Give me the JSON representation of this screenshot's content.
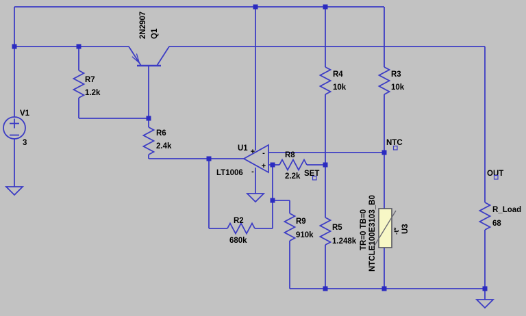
{
  "colors": {
    "background": "#C2C2C2",
    "wire": "#3C3CC4",
    "text": "#000000",
    "thermistor_fill": "#F7F7C6"
  },
  "components": {
    "v1": {
      "name": "V1",
      "value": "3"
    },
    "q1": {
      "name": "Q1",
      "part": "2N2907"
    },
    "u1": {
      "name": "U1",
      "part": "LT1006",
      "inverting_marker": "-",
      "noninverting_marker": "+",
      "vplus_marker": "+",
      "vminus_marker": "-"
    },
    "r7": {
      "name": "R7",
      "value": "1.2k"
    },
    "r6": {
      "name": "R6",
      "value": "2.4k"
    },
    "r2": {
      "name": "R2",
      "value": "680k"
    },
    "r9": {
      "name": "R9",
      "value": "910k"
    },
    "r8": {
      "name": "R8",
      "value": "2.2k"
    },
    "r4": {
      "name": "R4",
      "value": "10k"
    },
    "r3": {
      "name": "R3",
      "value": "10k"
    },
    "r5": {
      "name": "R5",
      "value": "1.248k"
    },
    "rload": {
      "name": "R_Load",
      "value": "68"
    },
    "u3": {
      "name": "U3",
      "part": "NTCLE100E3103_B0",
      "params": "TR=0 TB=0",
      "thermistor_marker": "-t°"
    }
  },
  "nets": {
    "ntc": "NTC",
    "set": "SET",
    "out": "OUT"
  }
}
